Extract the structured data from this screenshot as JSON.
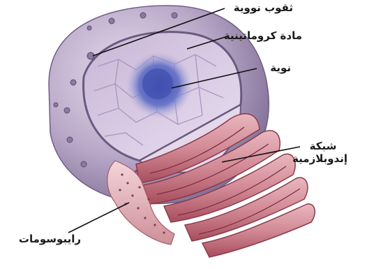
{
  "labels": {
    "nuclear_pores": "ثقوب نووية",
    "chromatin": "مادة كروماتينية",
    "nucleolus": "نوية",
    "er_line1": "شبكة",
    "er_line2": "إندوبلازمية",
    "ribosomes": "رايبوسومات"
  },
  "colors": {
    "nucleus_outer": "#8e7fa8",
    "nucleus_cut": "#d6c8e0",
    "nucleolus": "#4a5ab8",
    "er": "#c06a78",
    "label_line": "#111111"
  }
}
